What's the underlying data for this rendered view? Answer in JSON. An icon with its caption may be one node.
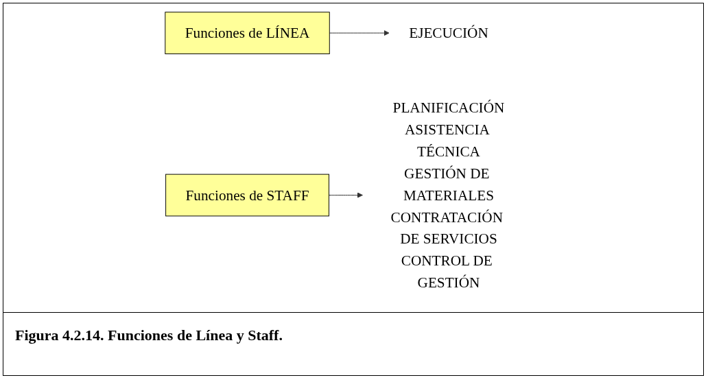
{
  "diagram": {
    "caption": "Figura 4.2.14. Funciones de Línea y Staff.",
    "nodes": [
      {
        "text": [
          "Funciones de LÍNEA"
        ]
      },
      {
        "text": [
          "EJECUCIÓN"
        ]
      },
      {
        "text": [
          "Funciones de STAFF"
        ]
      },
      {
        "text": [
          "PLANIFICACIÓN",
          "ASISTENCIA TÉCNICA",
          "GESTIÓN DE MATERIALES",
          "CONTRATACIÓN DE SERVICIOS",
          "CONTROL DE GESTIÓN"
        ]
      }
    ],
    "edges": [
      {
        "from": 0,
        "to": 1,
        "arrow": "to"
      },
      {
        "from": 2,
        "to": 3,
        "arrow": "to"
      }
    ]
  }
}
